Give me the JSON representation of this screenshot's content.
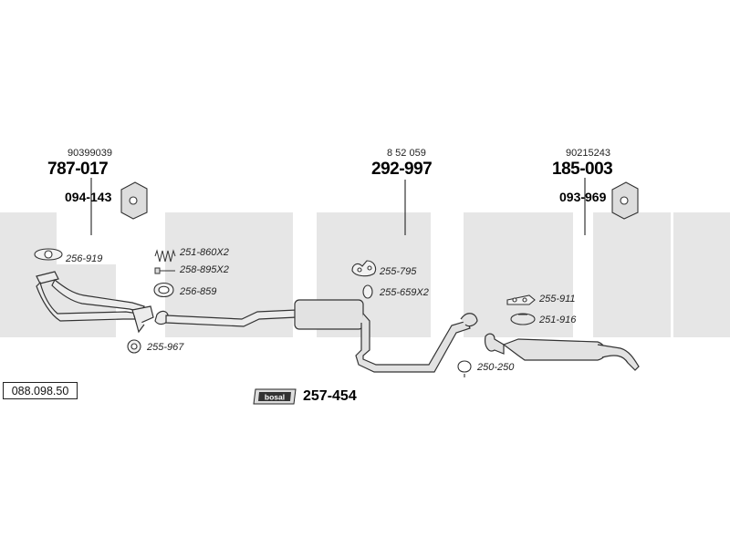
{
  "diagram": {
    "reference_number": "088.098.50",
    "watermark": "bosal",
    "kit": {
      "logo": "bosal",
      "number": "257-454"
    },
    "assemblies": [
      {
        "oem_number": "90399039",
        "part_number": "787-017",
        "mount_number": "094-143"
      },
      {
        "oem_number": "8 52 059",
        "part_number": "292-997"
      },
      {
        "oem_number": "90215243",
        "part_number": "185-003",
        "mount_number": "093-969"
      }
    ],
    "fittings": {
      "gasket_front": "256-919",
      "spring": "251-860X2",
      "bolt": "258-895X2",
      "ring_gasket": "256-859",
      "clamp_front": "255-967",
      "hanger_mid": "255-795",
      "rubber_mid": "255-659X2",
      "bracket_rear": "255-911",
      "ring_rear": "251-916",
      "clamp_rear": "250-250"
    }
  }
}
